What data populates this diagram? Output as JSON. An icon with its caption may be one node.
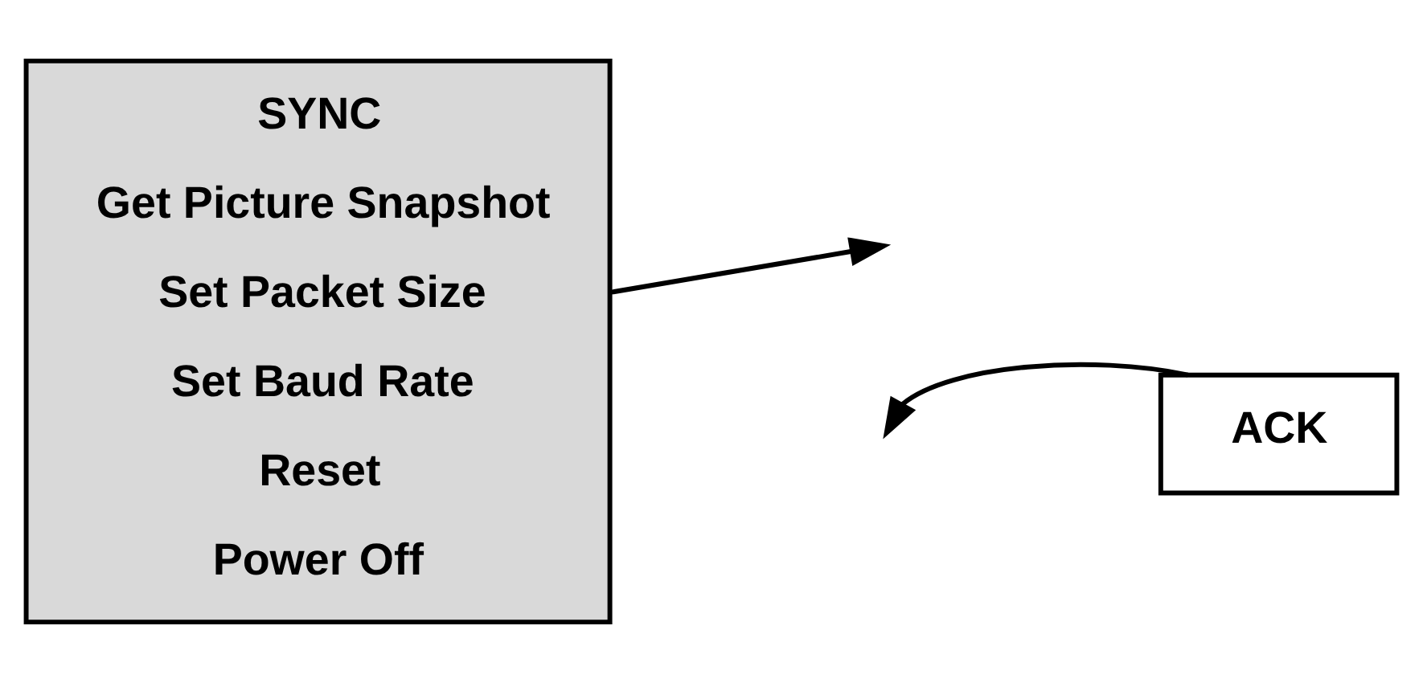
{
  "diagram": {
    "nodes": [
      {
        "text": [
          "SYNC",
          "Get Picture Snapshot",
          "Set Packet Size",
          "Set Baud Rate",
          "Reset",
          "Power Off"
        ]
      },
      {
        "text": [
          "ACK"
        ]
      }
    ],
    "edges": [
      {
        "from": 0,
        "to": null,
        "arrow": "to"
      },
      {
        "from": 1,
        "to": null,
        "arrow": "to"
      }
    ]
  }
}
